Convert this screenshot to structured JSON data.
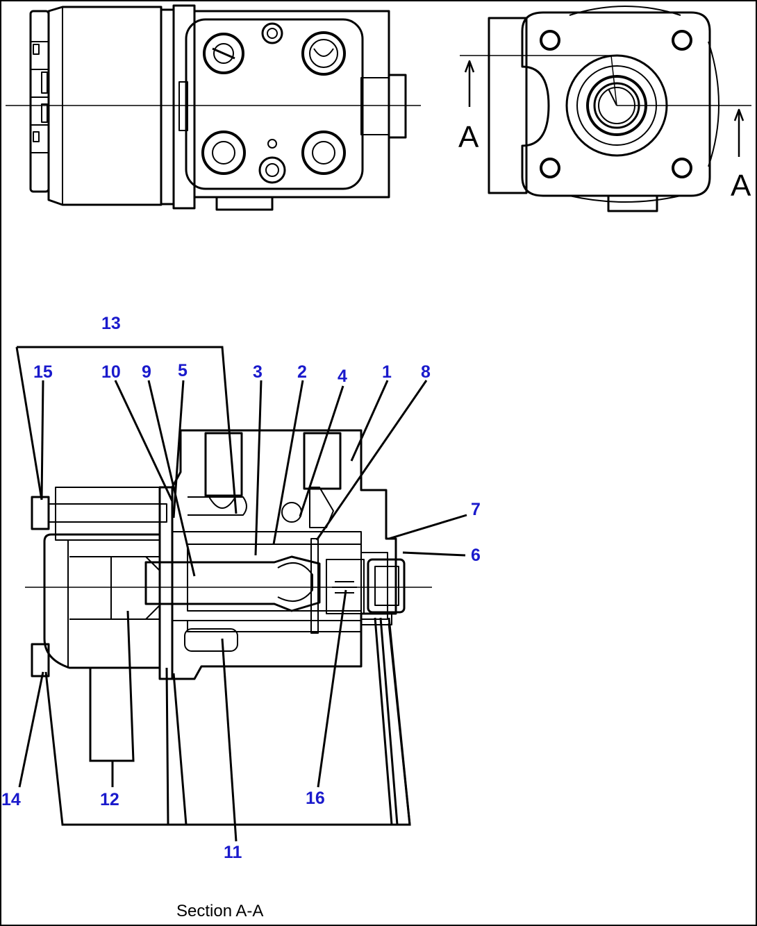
{
  "section_letter": "A",
  "caption": "Section A-A",
  "callouts": [
    "1",
    "2",
    "3",
    "4",
    "5",
    "6",
    "7",
    "8",
    "9",
    "10",
    "11",
    "12",
    "13",
    "14",
    "15",
    "16"
  ],
  "colors": {
    "line": "#000000",
    "callout": "#1a1acc",
    "background": "#ffffff"
  }
}
